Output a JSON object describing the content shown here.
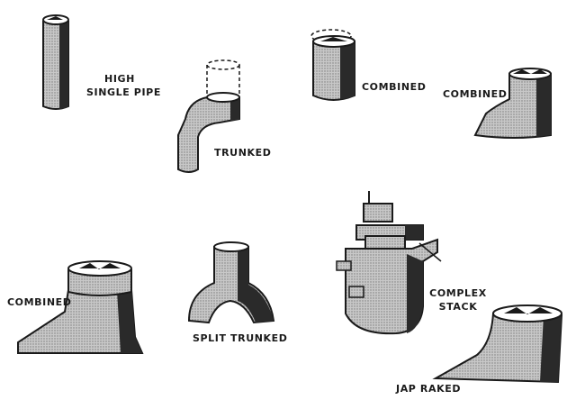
{
  "labels": {
    "high_single_pipe_line1": "HIGH",
    "high_single_pipe_line2": "SINGLE PIPE",
    "trunked": "TRUNKED",
    "combined_round": "COMBINED",
    "combined_sloped": "COMBINED",
    "combined_large": "COMBINED",
    "split_trunked": "SPLIT TRUNKED",
    "complex_stack_line1": "COMPLEX",
    "complex_stack_line2": "STACK",
    "jap_raked": "JAP RAKED"
  },
  "colors": {
    "ink": "#1a1a1a",
    "stipple": "#bdbdbd",
    "shadow": "#2a2a2a",
    "paper": "#ffffff"
  }
}
